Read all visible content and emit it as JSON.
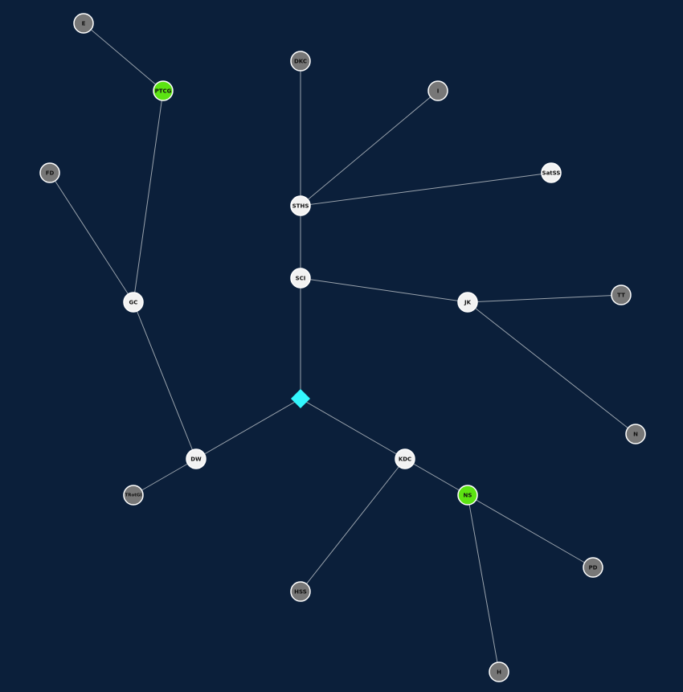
{
  "graph": {
    "background": "#0b1f3a",
    "edge_color": "#9aa3ad",
    "colors": {
      "hub": "#f2f2f2",
      "leaf": "#777777",
      "highlight": "#5ce312",
      "root": "#33f6fd"
    },
    "root": {
      "id": "root",
      "shape": "diamond",
      "color": "#33f6fd"
    },
    "nodes": [
      {
        "id": "E",
        "label": "E",
        "state": "leaf"
      },
      {
        "id": "PTCG",
        "label": "PTCG",
        "state": "highlight"
      },
      {
        "id": "DKC",
        "label": "DKC",
        "state": "leaf"
      },
      {
        "id": "I",
        "label": "I",
        "state": "leaf"
      },
      {
        "id": "SatSS",
        "label": "SatSS",
        "state": "hub"
      },
      {
        "id": "FD",
        "label": "FD",
        "state": "leaf"
      },
      {
        "id": "STHS",
        "label": "STHS",
        "state": "hub"
      },
      {
        "id": "SCI",
        "label": "SCI",
        "state": "hub"
      },
      {
        "id": "GC",
        "label": "GC",
        "state": "hub"
      },
      {
        "id": "JK",
        "label": "JK",
        "state": "hub"
      },
      {
        "id": "TT",
        "label": "TT",
        "state": "leaf"
      },
      {
        "id": "N",
        "label": "N",
        "state": "leaf"
      },
      {
        "id": "DW",
        "label": "DW",
        "state": "hub"
      },
      {
        "id": "KDC",
        "label": "KDC",
        "state": "hub"
      },
      {
        "id": "TRotGI",
        "label": "TRotGI",
        "state": "leaf"
      },
      {
        "id": "NS",
        "label": "NS",
        "state": "highlight"
      },
      {
        "id": "PD",
        "label": "PD",
        "state": "leaf"
      },
      {
        "id": "HSS",
        "label": "HSS",
        "state": "leaf"
      },
      {
        "id": "H",
        "label": "H",
        "state": "leaf"
      }
    ],
    "edges": [
      [
        "E",
        "PTCG"
      ],
      [
        "PTCG",
        "GC"
      ],
      [
        "FD",
        "GC"
      ],
      [
        "GC",
        "DW"
      ],
      [
        "DW",
        "TRotGI"
      ],
      [
        "DW",
        "root"
      ],
      [
        "root",
        "KDC"
      ],
      [
        "KDC",
        "HSS"
      ],
      [
        "KDC",
        "NS"
      ],
      [
        "NS",
        "PD"
      ],
      [
        "NS",
        "H"
      ],
      [
        "root",
        "SCI"
      ],
      [
        "SCI",
        "STHS"
      ],
      [
        "STHS",
        "DKC"
      ],
      [
        "STHS",
        "I"
      ],
      [
        "STHS",
        "SatSS"
      ],
      [
        "SCI",
        "JK"
      ],
      [
        "JK",
        "TT"
      ],
      [
        "JK",
        "N"
      ]
    ]
  }
}
